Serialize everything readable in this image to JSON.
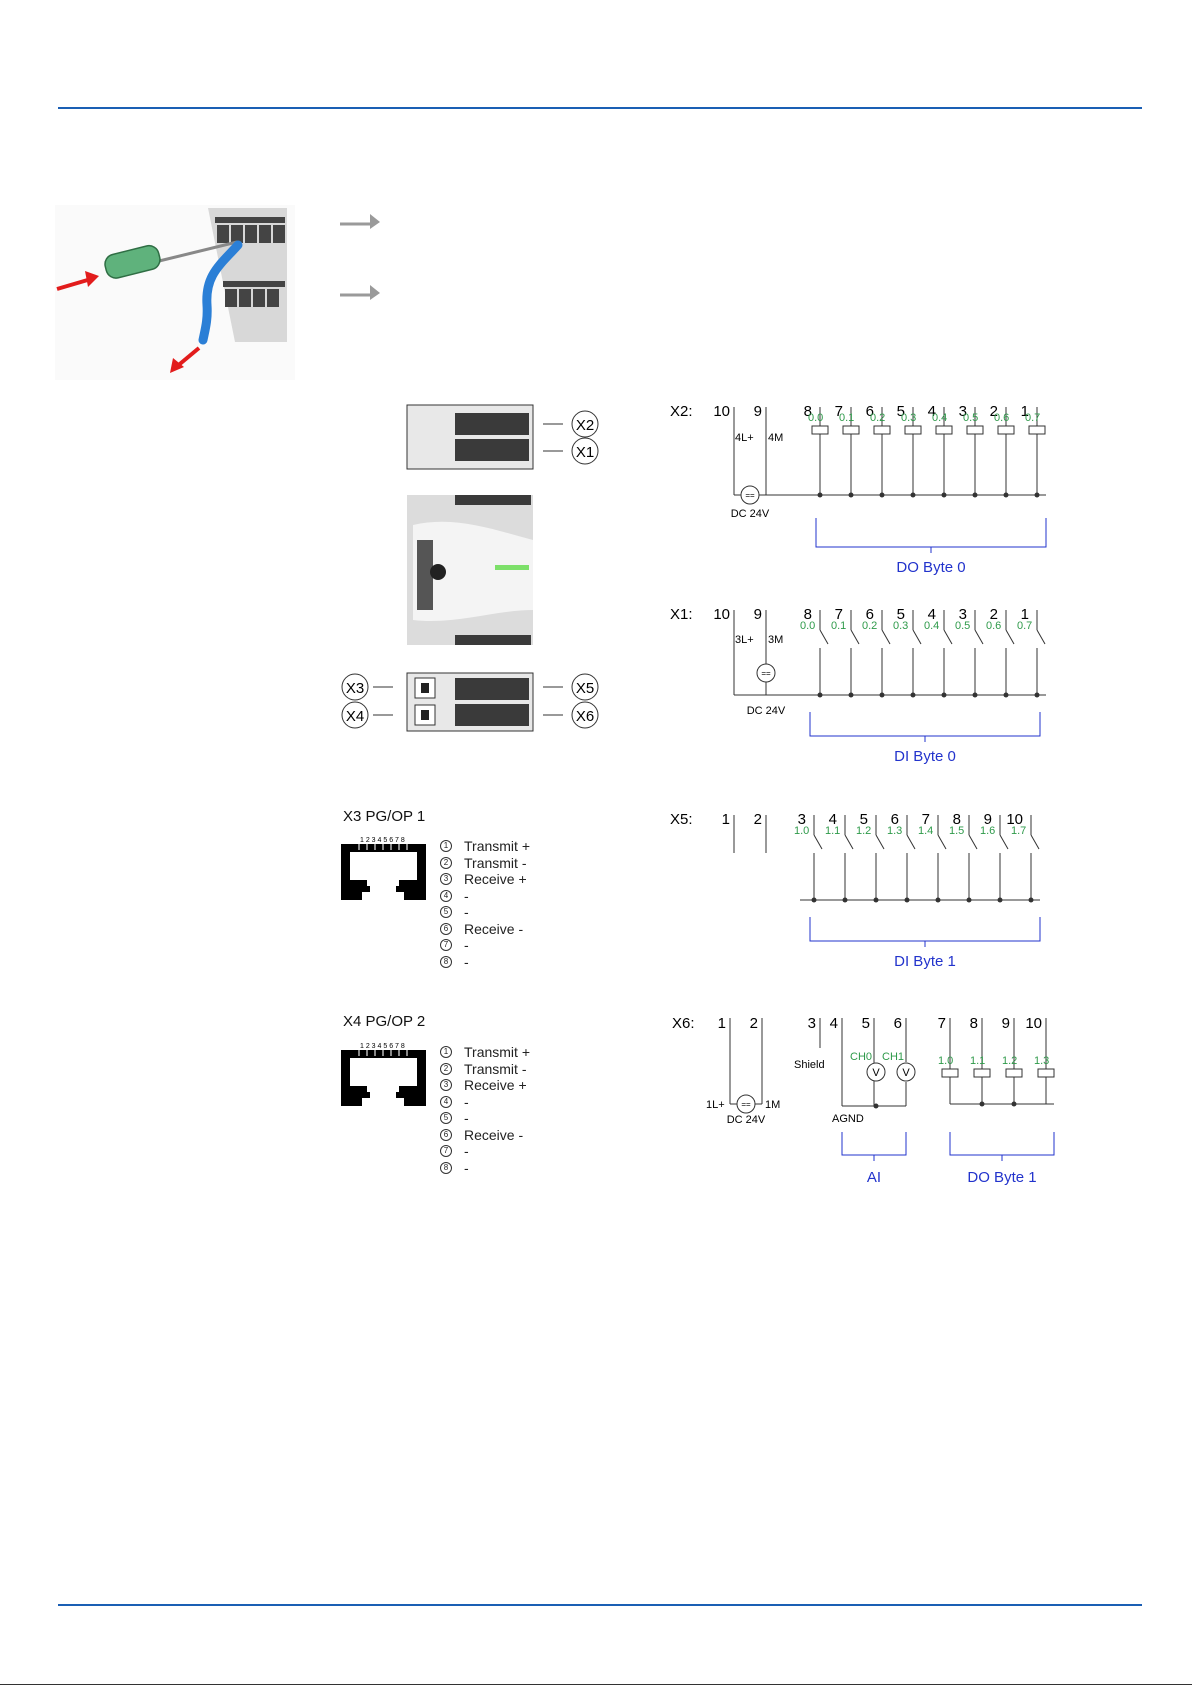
{
  "connectors": {
    "x3": {
      "title": "X3 PG/OP 1"
    },
    "x4": {
      "title": "X4 PG/OP 2"
    },
    "pin_numbers": "1 2 3 4 5 6 7 8",
    "pins": [
      {
        "n": "1",
        "label": "Transmit +"
      },
      {
        "n": "2",
        "label": "Transmit -"
      },
      {
        "n": "3",
        "label": "Receive +"
      },
      {
        "n": "4",
        "label": "-"
      },
      {
        "n": "5",
        "label": "-"
      },
      {
        "n": "6",
        "label": "Receive -"
      },
      {
        "n": "7",
        "label": "-"
      },
      {
        "n": "8",
        "label": "-"
      }
    ]
  },
  "module_labels": {
    "x1": "X1",
    "x2": "X2",
    "x3": "X3",
    "x4": "X4",
    "x5": "X5",
    "x6": "X6"
  },
  "x2": {
    "label": "X2:",
    "pins": [
      "10",
      "9",
      "8",
      "7",
      "6",
      "5",
      "4",
      "3",
      "2",
      "1"
    ],
    "supply": [
      "4L+",
      "4M"
    ],
    "channels": [
      "0.0",
      "0.1",
      "0.2",
      "0.3",
      "0.4",
      "0.5",
      "0.6",
      "0.7"
    ],
    "dc": "DC 24V",
    "group": "DO Byte 0"
  },
  "x1": {
    "label": "X1:",
    "pins": [
      "10",
      "9",
      "8",
      "7",
      "6",
      "5",
      "4",
      "3",
      "2",
      "1"
    ],
    "supply": [
      "3L+",
      "3M"
    ],
    "channels": [
      "0.0",
      "0.1",
      "0.2",
      "0.3",
      "0.4",
      "0.5",
      "0.6",
      "0.7"
    ],
    "dc": "DC 24V",
    "group": "DI Byte 0"
  },
  "x5": {
    "label": "X5:",
    "pins": [
      "1",
      "2",
      "3",
      "4",
      "5",
      "6",
      "7",
      "8",
      "9",
      "10"
    ],
    "channels": [
      "1.0",
      "1.1",
      "1.2",
      "1.3",
      "1.4",
      "1.5",
      "1.6",
      "1.7"
    ],
    "group": "DI Byte 1"
  },
  "x6": {
    "label": "X6:",
    "pins": [
      "1",
      "2",
      "3",
      "4",
      "5",
      "6",
      "7",
      "8",
      "9",
      "10"
    ],
    "shield": "Shield",
    "analog": [
      "CH0",
      "CH1"
    ],
    "voltage_symbol": "V",
    "channels": [
      "1.0",
      "1.1",
      "1.2",
      "1.3"
    ],
    "supply": [
      "1L+",
      "1M"
    ],
    "dc": "DC 24V",
    "agnd": "AGND",
    "group_ai": "AI",
    "group_do": "DO Byte 1"
  },
  "colors": {
    "rule": "#1a5fb4",
    "channel": "#2e9a4a",
    "group": "#2233cc",
    "arrow": "#e21c1c",
    "wire": "#2b7fd6"
  }
}
